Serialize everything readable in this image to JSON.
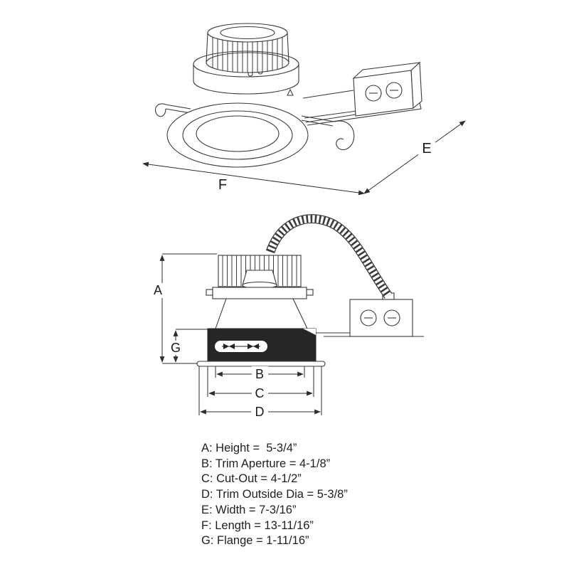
{
  "diagram": {
    "dim_labels": {
      "A": "A",
      "B": "B",
      "C": "C",
      "D": "D",
      "E": "E",
      "F": "F",
      "G": "G"
    }
  },
  "legend": {
    "lines": [
      "A: Height =  5-3/4”",
      "B: Trim Aperture = 4-1/8”",
      "C: Cut-Out = 4-1/2”",
      "D: Trim Outside Dia = 5-3/8”",
      "E: Width = 7-3/16”",
      "F: Length = 13-11/16”",
      "G: Flange = 1-11/16”"
    ]
  }
}
